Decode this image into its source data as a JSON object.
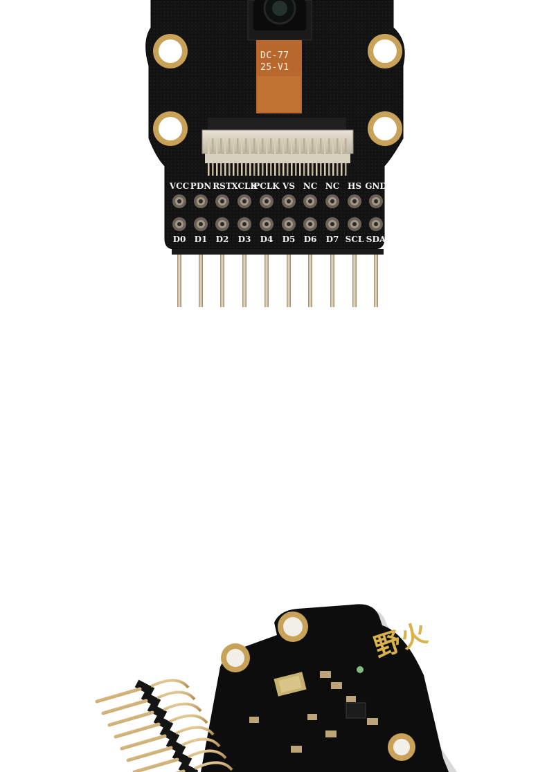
{
  "top_board": {
    "flex_label_lines": [
      "DC-77",
      "25-V1"
    ],
    "top_row_labels": [
      "VCC",
      "PDN",
      "RST",
      "XCLK",
      "PCLK",
      "VS",
      "NC",
      "NC",
      "HS",
      "GND"
    ],
    "bottom_row_labels": [
      "D0",
      "D1",
      "D2",
      "D3",
      "D4",
      "D5",
      "D6",
      "D7",
      "SCL",
      "SDA"
    ]
  },
  "bottom_board": {
    "logo_text": "野火"
  },
  "colors": {
    "pcb": "#111111",
    "gold": "#c9a25a",
    "flex": "#b8682c",
    "pin": "#c8b79a",
    "logo": "#d9b24c"
  }
}
